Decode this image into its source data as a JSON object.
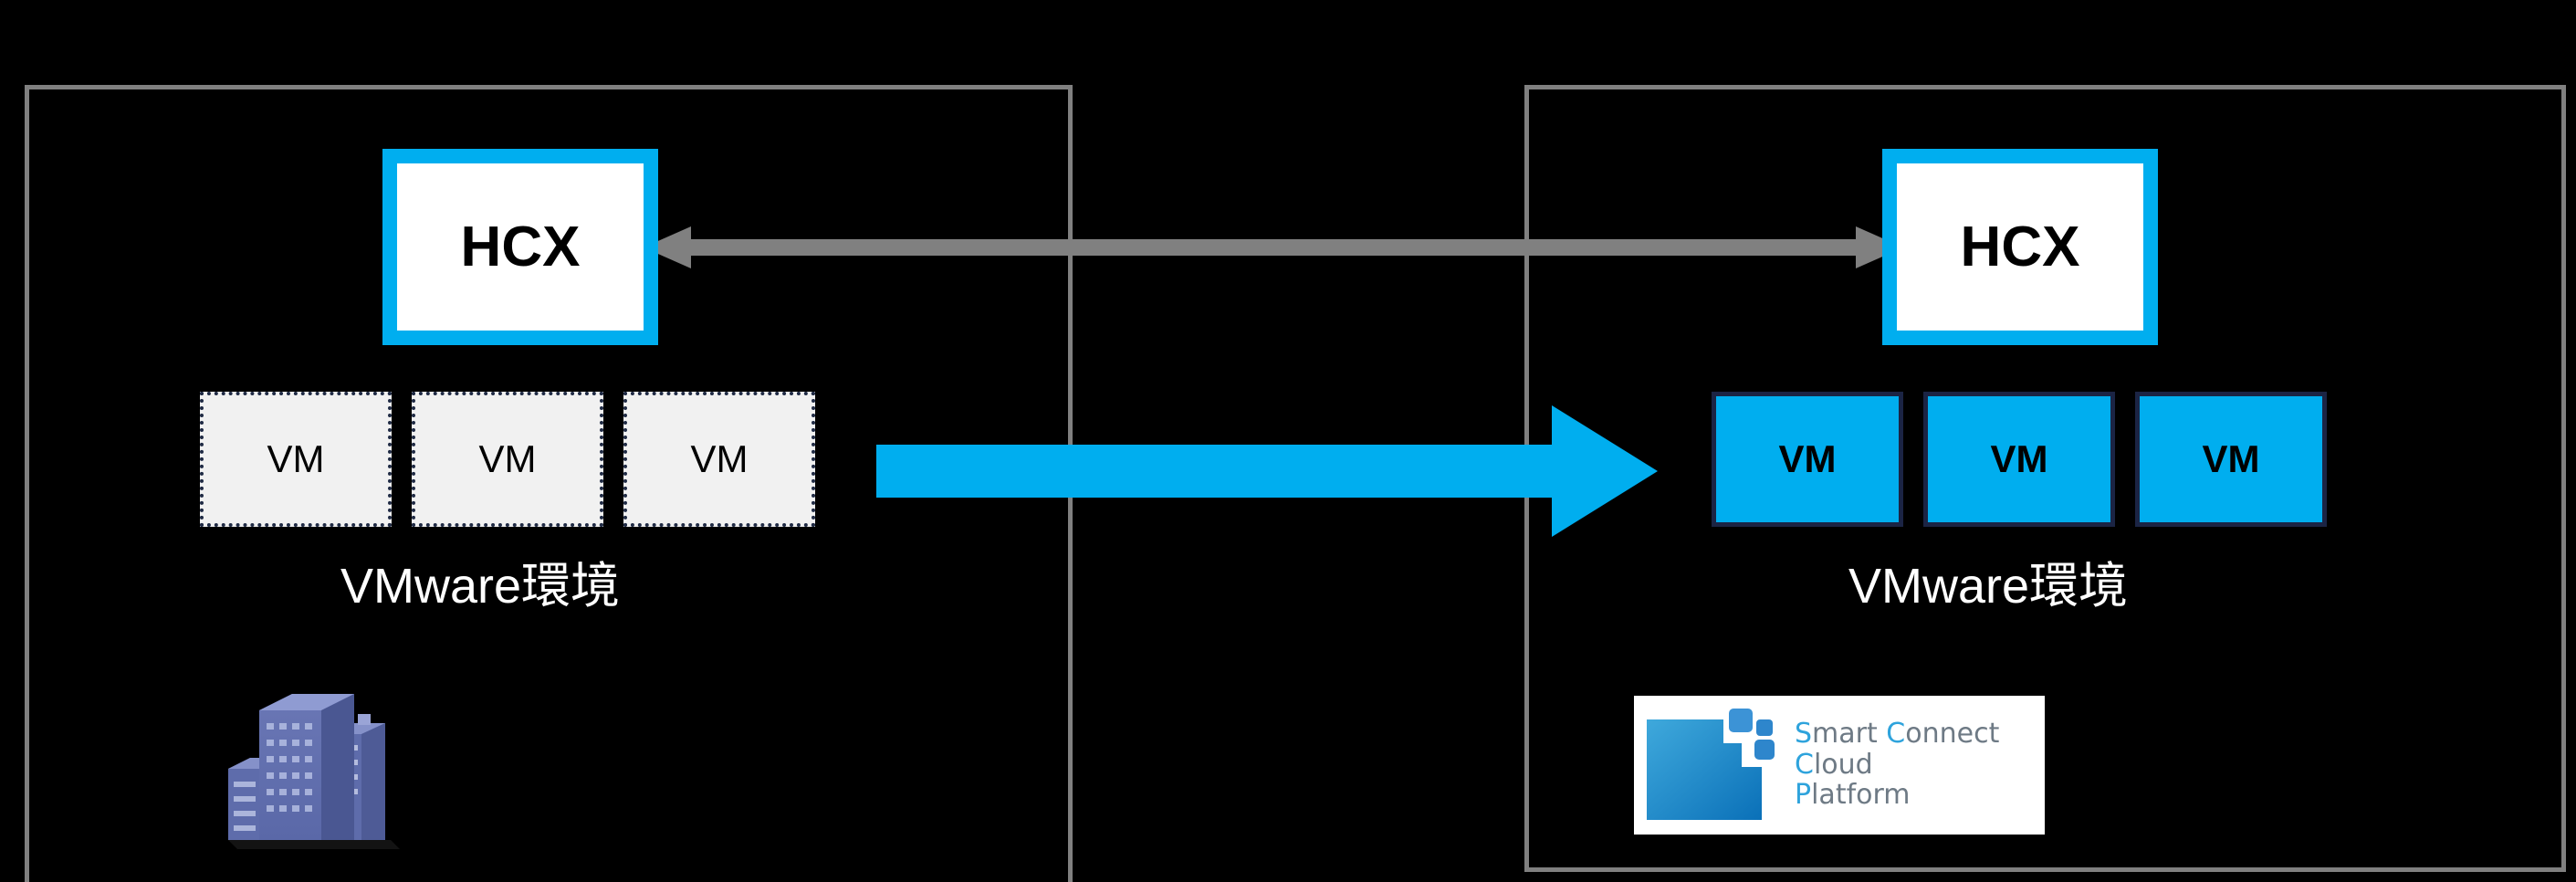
{
  "diagram": {
    "title": "VMware HCX migration from on-premises VMware environment to SmartConnect Cloud Platform",
    "background_color": "#000000",
    "accent_blue": "#00AEEF",
    "border_gray": "#808080",
    "arrow_gray": "#808080",
    "vm_border_navy": "#1B2444"
  },
  "sites": {
    "onprem": {
      "container_name": "on-premises-site",
      "hcx": {
        "label": "HCX",
        "fill": "#FFFFFF",
        "border": "#00AEEF"
      },
      "vms": [
        {
          "label": "VM",
          "state": "source",
          "fill": "#F1F1F1"
        },
        {
          "label": "VM",
          "state": "source",
          "fill": "#F1F1F1"
        },
        {
          "label": "VM",
          "state": "source",
          "fill": "#F1F1F1"
        }
      ],
      "caption": "VMware環境",
      "icon": "office-building-icon"
    },
    "cloud": {
      "container_name": "cloud-site",
      "hcx": {
        "label": "HCX",
        "fill": "#FFFFFF",
        "border": "#00AEEF"
      },
      "vms": [
        {
          "label": "VM",
          "state": "migrated",
          "fill": "#00AEEF"
        },
        {
          "label": "VM",
          "state": "migrated",
          "fill": "#00AEEF"
        },
        {
          "label": "VM",
          "state": "migrated",
          "fill": "#00AEEF"
        }
      ],
      "caption": "VMware環境",
      "logo": {
        "name": "smartconnect-cloud-platform-logo",
        "lines": [
          {
            "cap": "S",
            "rest": "mart",
            "cap2": "C",
            "rest2": "onnect"
          },
          {
            "cap": "C",
            "rest": "loud"
          },
          {
            "cap": "P",
            "rest": "latform"
          }
        ],
        "line_1": "SmartConnect",
        "line_2": "Cloud",
        "line_3": "Platform"
      }
    }
  },
  "connectors": {
    "control_arrow": {
      "name": "hcx-site-pairing-arrow",
      "direction": "bidirectional",
      "color": "#808080"
    },
    "migration_arrow": {
      "name": "vm-migration-arrow",
      "direction": "left-to-right",
      "color": "#00AEEF"
    }
  }
}
